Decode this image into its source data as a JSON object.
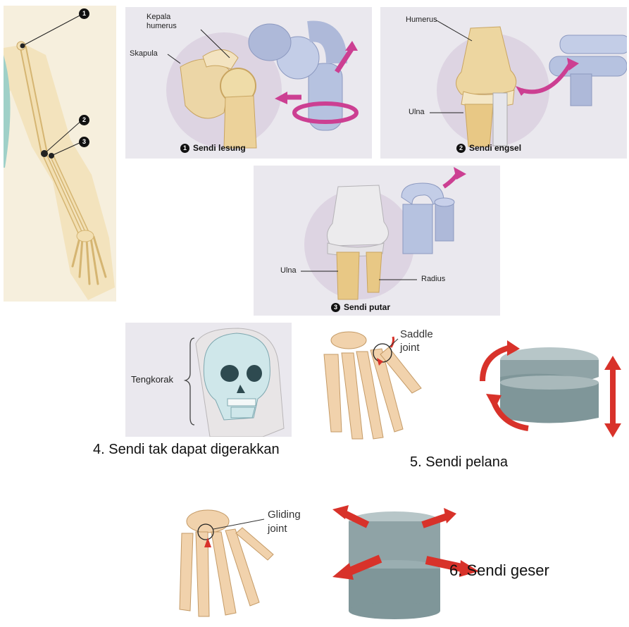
{
  "arm": {
    "markers": [
      "1",
      "2",
      "3"
    ]
  },
  "ball_socket": {
    "label_humerus_head": "Kepala humerus",
    "label_scapula": "Skapula",
    "number": "1",
    "caption": "Sendi lesung"
  },
  "hinge": {
    "label_humerus": "Humerus",
    "label_ulna": "Ulna",
    "number": "2",
    "caption": "Sendi engsel"
  },
  "pivot": {
    "label_ulna": "Ulna",
    "label_radius": "Radius",
    "number": "3",
    "caption": "Sendi putar"
  },
  "skull": {
    "label": "Tengkorak",
    "caption": "4. Sendi tak dapat digerakkan"
  },
  "saddle": {
    "label_line1": "Saddle",
    "label_line2": "joint",
    "caption": "5. Sendi pelana"
  },
  "gliding": {
    "label_line1": "Gliding",
    "label_line2": "joint",
    "caption": "6. Sendi geser"
  },
  "colors": {
    "bone": "#eed9a8",
    "bone_shadow": "#d7b36e",
    "panel_bg": "#eae8ee",
    "motion_arrow": "#cc3f92",
    "model_blue": "#b6c2e0",
    "cylinder_gray": "#8fa3a6",
    "red_arrow": "#d8322a"
  },
  "icons": [
    "number-badge",
    "motion-arrow",
    "joint-model"
  ]
}
